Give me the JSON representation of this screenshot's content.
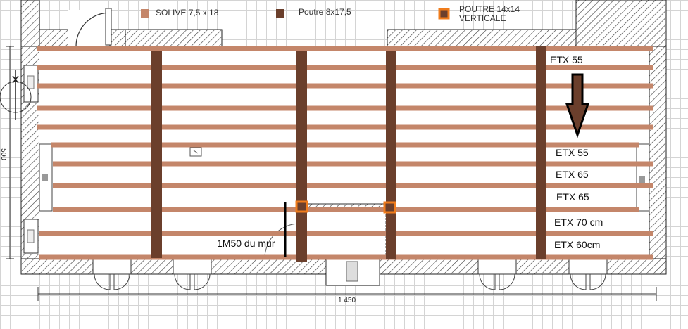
{
  "legend": {
    "solive": {
      "label": "SOLIVE 7,5 x 18",
      "color": "#c4866a"
    },
    "poutre": {
      "label": "Poutre 8x17,5",
      "color": "#6b3f2c"
    },
    "poutre_verticale": {
      "label_line1": "POUTRE 14x14",
      "label_line2": "VERTICALE",
      "fill": "#6b3f2c",
      "border": "#f07c1c"
    }
  },
  "spacing_labels": [
    "ETX 55",
    "ETX 55",
    "ETX 65",
    "ETX 65",
    "ETX 70 cm",
    "ETX 60cm"
  ],
  "annotation": "1M50 du mur",
  "dimensions": {
    "width": "1 450",
    "height": "500"
  },
  "colors": {
    "wall_hatch": "#444444",
    "grid": "#d4d4d4",
    "arrow": "#5a3524"
  }
}
